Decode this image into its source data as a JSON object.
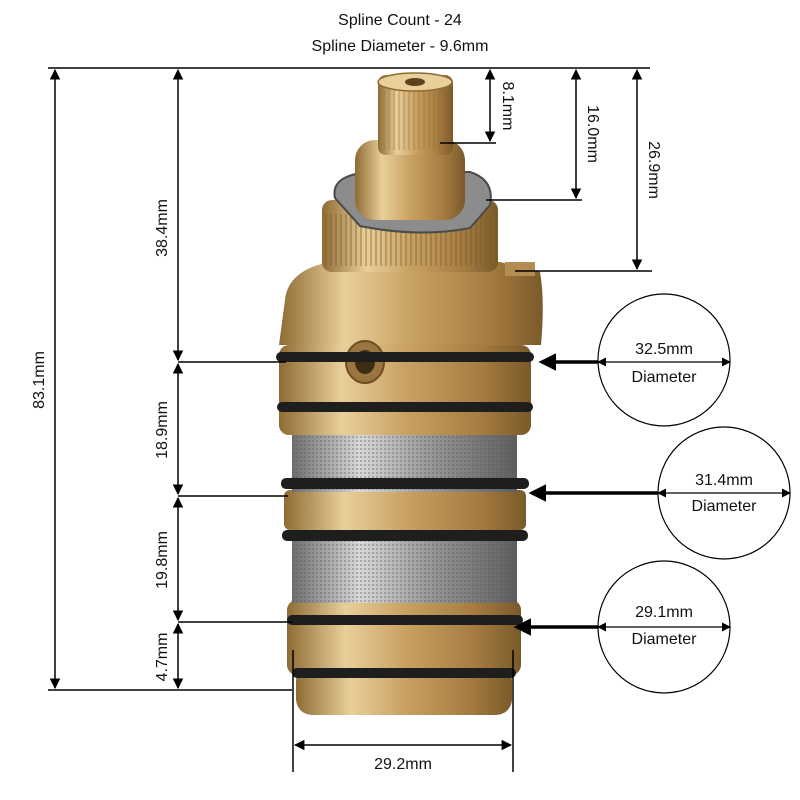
{
  "header": {
    "spline_count": "Spline Count - 24",
    "spline_diameter": "Spline Diameter - 9.6mm"
  },
  "dimensions": {
    "overall_height": "83.1mm",
    "upper_section": "38.4mm",
    "mid_section_1": "18.9mm",
    "mid_section_2": "19.8mm",
    "bottom_section": "4.7mm",
    "spline_length": "8.1mm",
    "stem_to_ring": "16.0mm",
    "stem_to_shoulder": "26.9mm",
    "base_width": "29.2mm"
  },
  "diameters": [
    {
      "value": "32.5mm",
      "label": "Diameter"
    },
    {
      "value": "31.4mm",
      "label": "Diameter"
    },
    {
      "value": "29.1mm",
      "label": "Diameter"
    }
  ],
  "colors": {
    "brass_light": "#e9cf9a",
    "brass": "#c9a263",
    "brass_dark": "#8f6b34",
    "oring": "#1e1e1e",
    "mesh": "#a9a9a9",
    "line": "#000000"
  }
}
